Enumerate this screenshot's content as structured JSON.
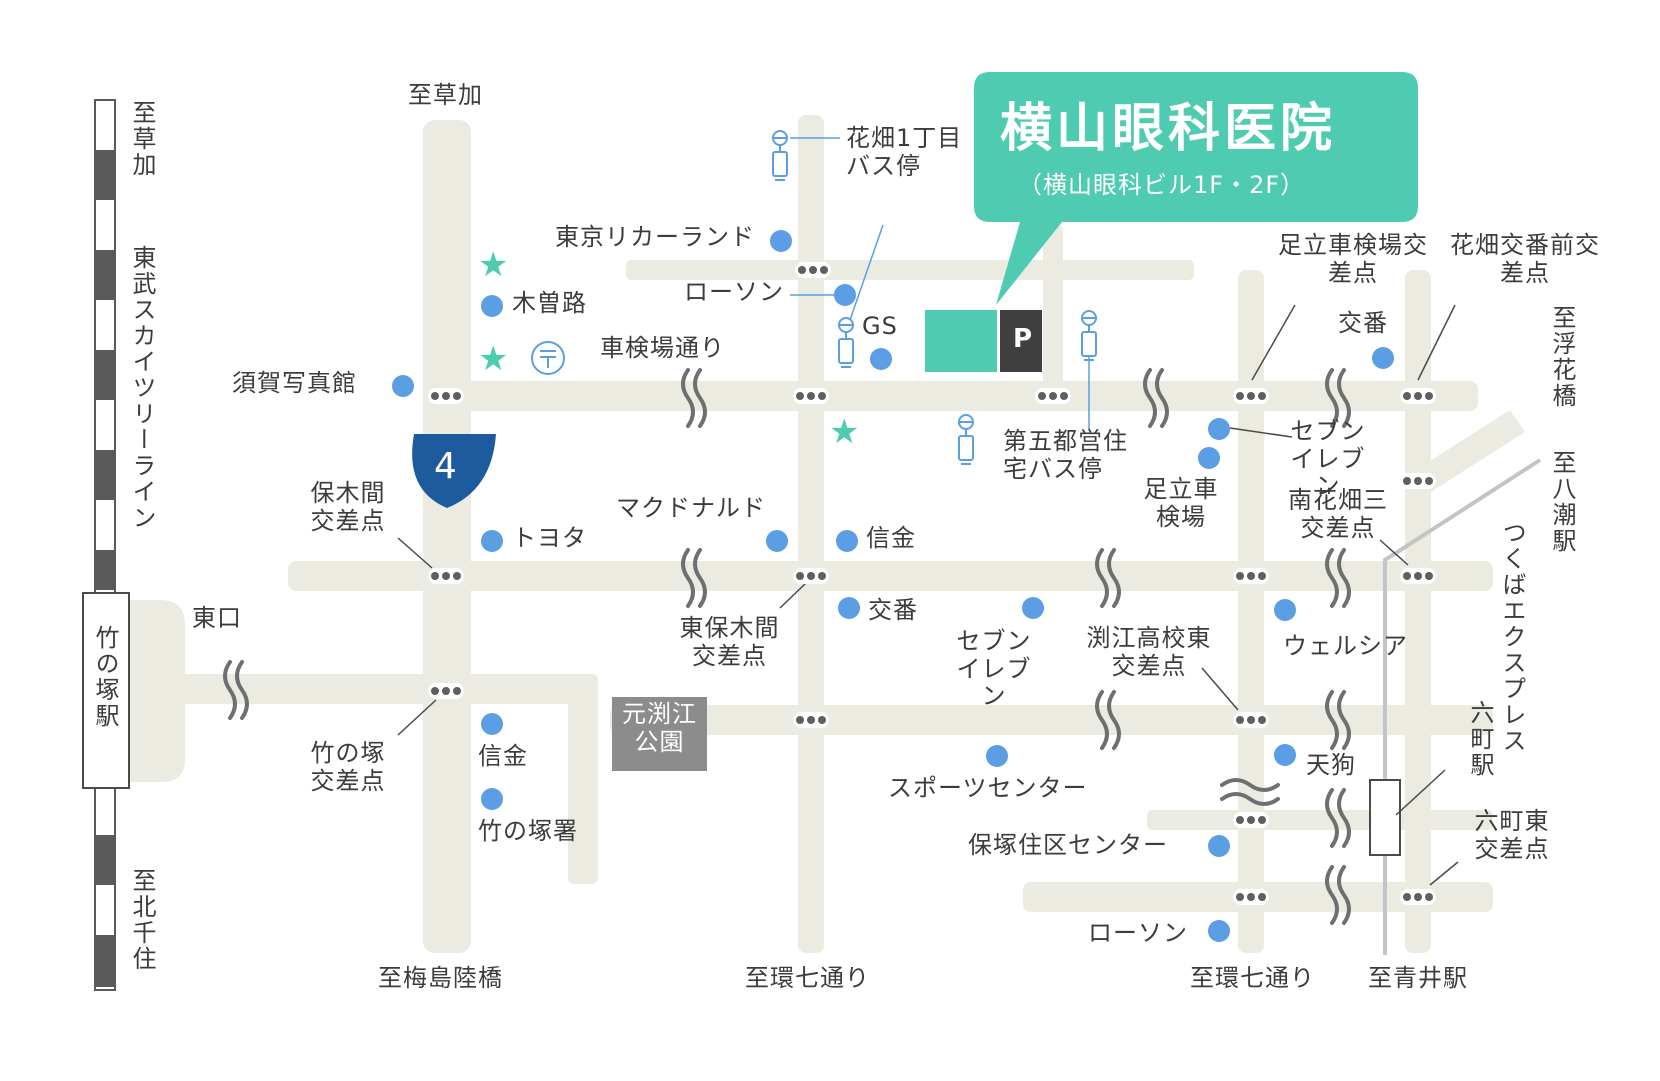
{
  "clinic": {
    "name": "横山眼科医院",
    "floors": "（横山眼科ビル1F・2F）",
    "parking": "P",
    "color": "#4ecbb0"
  },
  "colors": {
    "road": "#ebebe1",
    "poi": "#5b9ee4",
    "star": "#4ecbb0",
    "route_badge": "#1e5a9e",
    "rail": "#5a5a5a"
  },
  "railway": {
    "line": "東武スカイツリーライン",
    "to_north": "至草加",
    "to_south": "至北千住",
    "station": "竹の塚駅",
    "exit": "東口"
  },
  "tsukuba": {
    "line": "つくばエクスプレス",
    "to_north": "至八潮駅",
    "station": "六町駅"
  },
  "route": {
    "number": "4"
  },
  "directions": {
    "north_route4": "至草加",
    "south_route4": "至梅島陸橋",
    "south_mid": "至環七通り",
    "south_east": "至環七通り",
    "south_far": "至青井駅",
    "east_ukihana": "至浮花橋"
  },
  "road_names": {
    "shakenjo": "車検場通り"
  },
  "intersections": {
    "hokima": "保木間交差点",
    "higashi_hokima": "東保木間交差点",
    "takenotsuka": "竹の塚交差点",
    "adachi_shaken": "足立車検場交差点",
    "koban_mae": "花畑交番前交差点",
    "minami_hanahata": "南花畑三交差点",
    "fuchie_higashi": "渕江高校東交差点",
    "rokucho_higashi": "六町東交差点"
  },
  "bus_stops": {
    "hanahata1": "花畑1丁目バス停",
    "toei": "第五都営住宅バス停"
  },
  "park": "元渕江公園",
  "pois": {
    "liquor": "東京リカーランド",
    "lawson1": "ローソン",
    "gs": "GS",
    "kisoji": "木曽路",
    "suga_photo": "須賀写真館",
    "toyota": "トヨタ",
    "mcd": "マクドナルド",
    "shinkin1": "信金",
    "koban1": "交番",
    "seven1": "セブンイレブン",
    "sports": "スポーツセンター",
    "shinkin2": "信金",
    "police": "竹の塚署",
    "seven2": "セブンイレブン",
    "shakenjo": "足立車検場",
    "koban2": "交番",
    "welcia": "ウェルシア",
    "tengu": "天狗",
    "hozuka": "保塚住区センター",
    "lawson2": "ローソン"
  }
}
